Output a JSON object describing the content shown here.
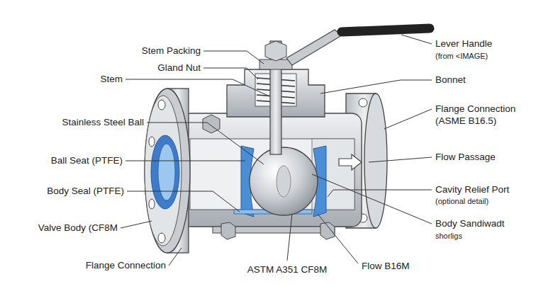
{
  "diagram": {
    "labels": [
      "Stem Packing",
      "Gland Nut",
      "Stem",
      "Stainless Steel Ball",
      "Ball Seat (PTFE)",
      "Body Seal (PTFE)",
      "Valve Body (CF8M",
      "Flange Connection",
      "ASTM A351 CF8M",
      "Flow B16M",
      "Lever Handle",
      "(from <IMAGE)",
      "Bonnet",
      "Flange Connection",
      "(ASME B16.5)",
      "Flow Passage",
      "Cavity Relief Port",
      "(optional detail)",
      "Body Sandiwadt",
      "shorligs"
    ]
  }
}
